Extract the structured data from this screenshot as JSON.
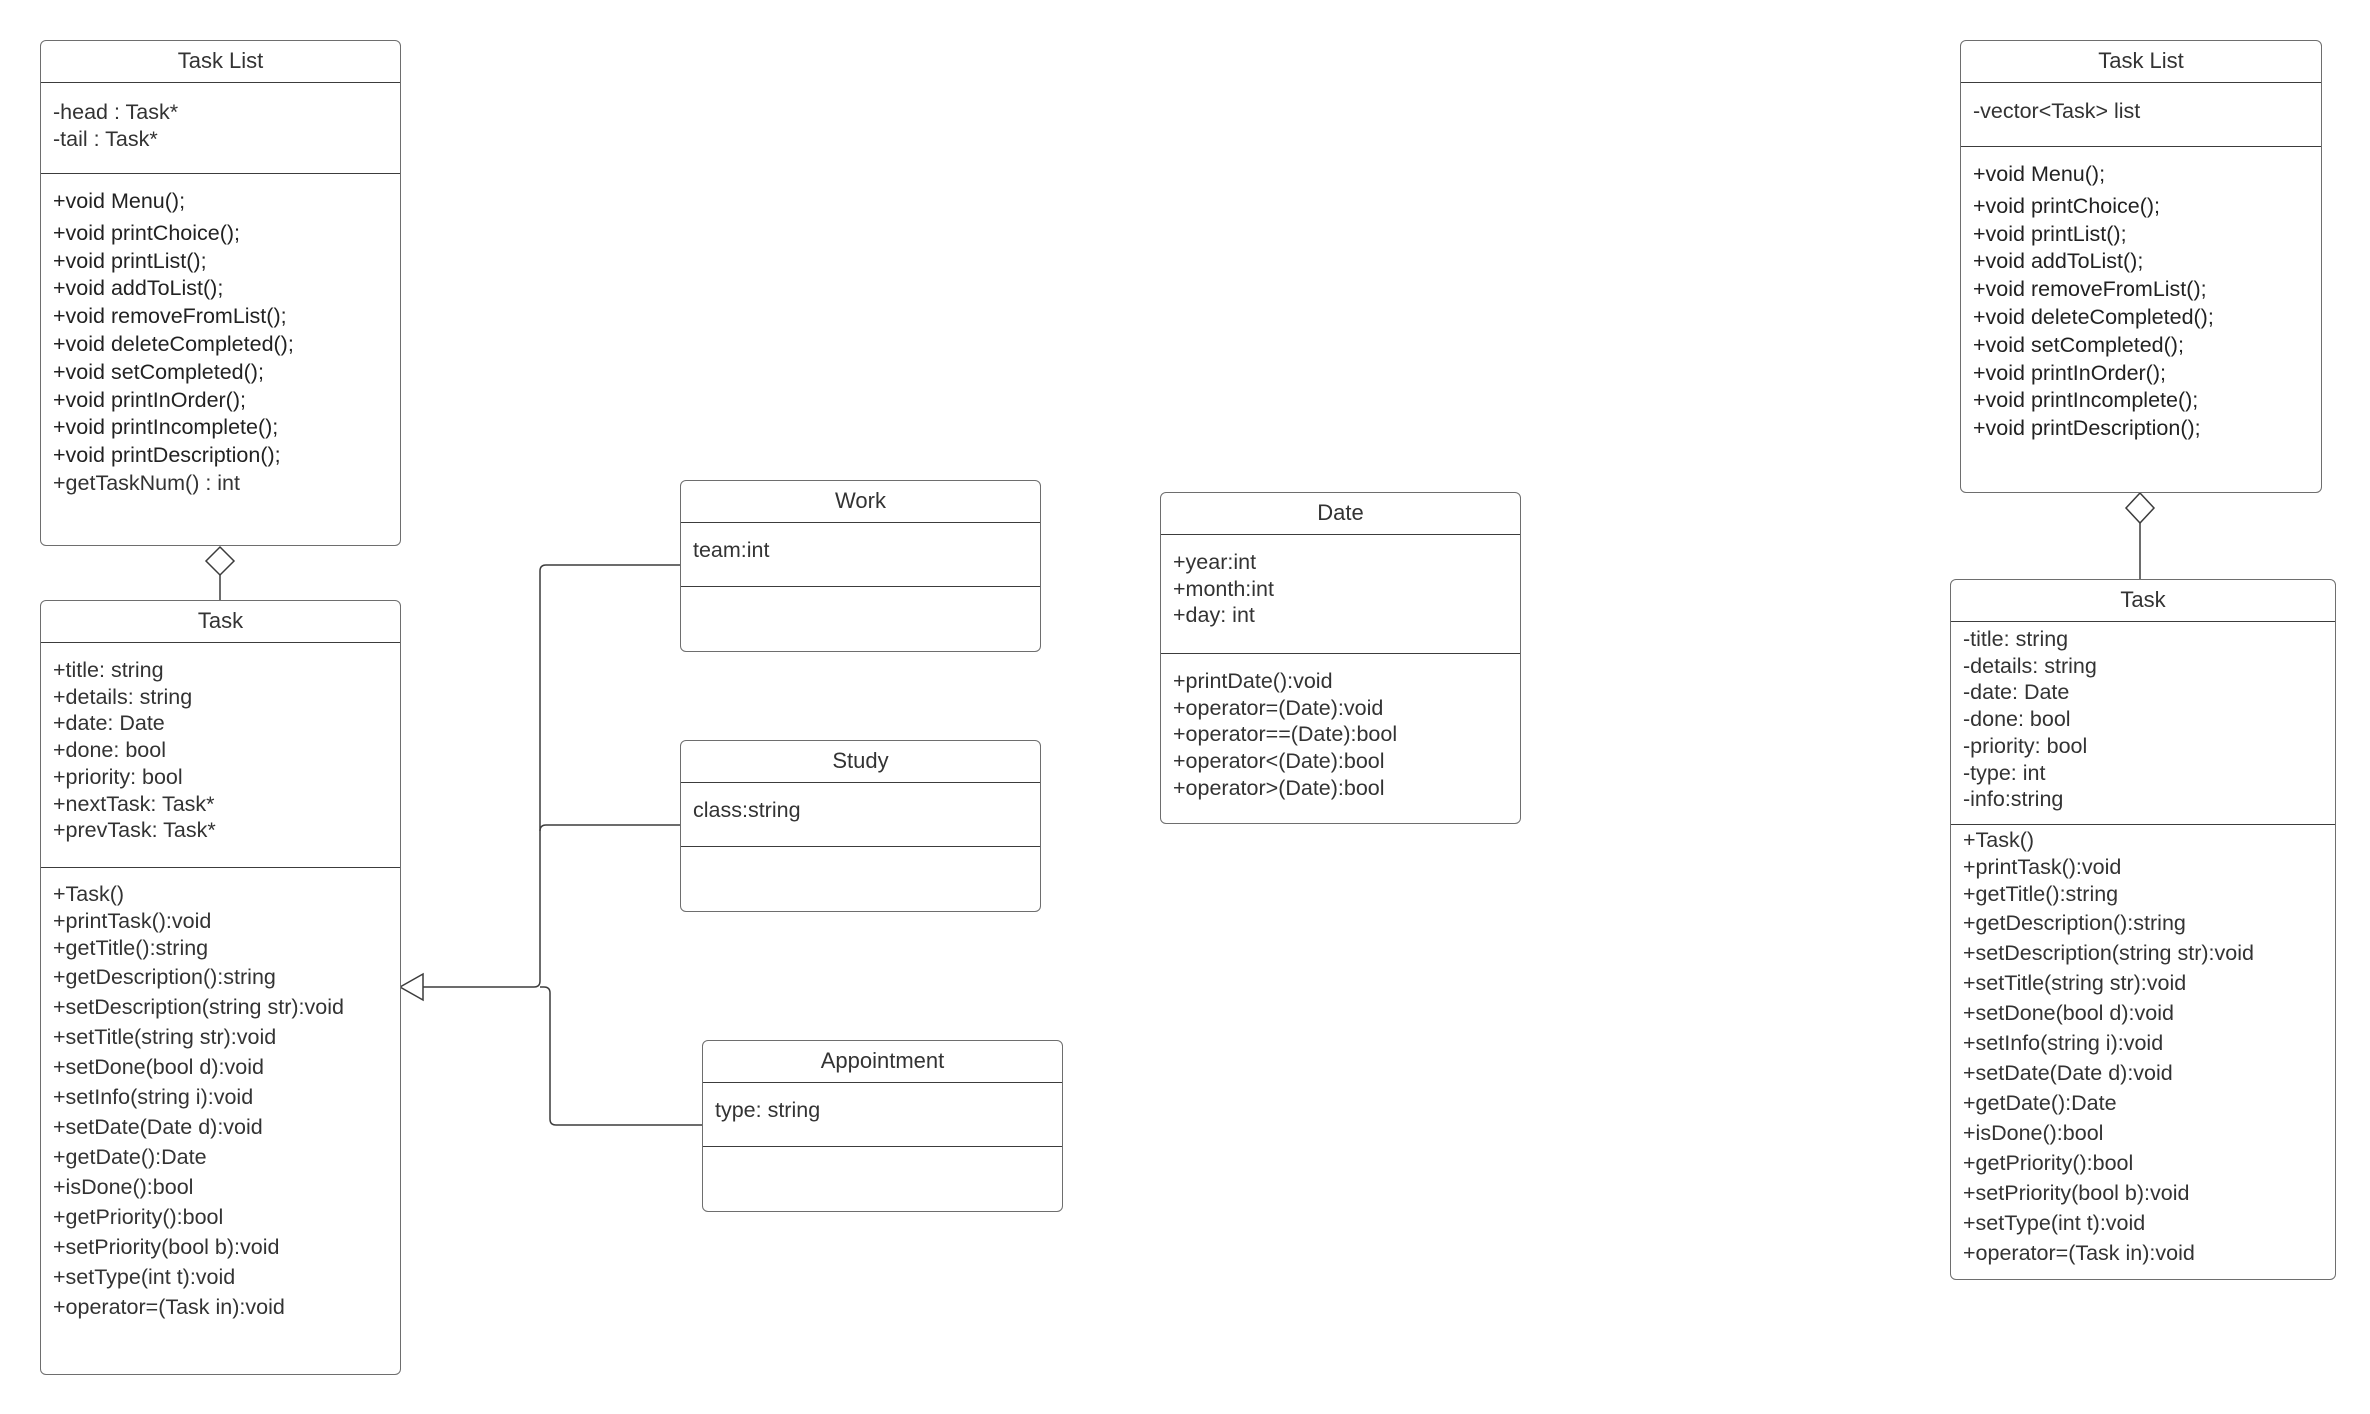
{
  "diagram": {
    "classes": {
      "tasklist_left": {
        "name": "Task List",
        "attributes": [
          "-head : Task*",
          "-tail : Task*"
        ],
        "methods": [
          "+void Menu();",
          "+void printChoice();",
          "+void printList();",
          "+void addToList();",
          "+void removeFromList();",
          "+void deleteCompleted();",
          "+void setCompleted();",
          "+void printInOrder();",
          "+void printIncomplete();",
          "+void printDescription();",
          "+getTaskNum() : int"
        ]
      },
      "task_left": {
        "name": "Task",
        "attributes": [
          "+title: string",
          "+details: string",
          "+date: Date",
          "+done: bool",
          "+priority: bool",
          "+nextTask: Task*",
          "+prevTask: Task*"
        ],
        "methods": [
          "+Task()",
          "+printTask():void",
          "+getTitle():string",
          "+getDescription():string",
          "+setDescription(string str):void",
          "+setTitle(string str):void",
          "+setDone(bool d):void",
          "+setInfo(string i):void",
          "+setDate(Date d):void",
          "+getDate():Date",
          "+isDone():bool",
          "+getPriority():bool",
          "+setPriority(bool b):void",
          "+setType(int t):void",
          "+operator=(Task in):void"
        ]
      },
      "work": {
        "name": "Work",
        "attributes": [
          "team:int"
        ],
        "methods": []
      },
      "study": {
        "name": "Study",
        "attributes": [
          "class:string"
        ],
        "methods": []
      },
      "appointment": {
        "name": "Appointment",
        "attributes": [
          "type: string"
        ],
        "methods": []
      },
      "date": {
        "name": "Date",
        "attributes": [
          "+year:int",
          "+month:int",
          "+day: int"
        ],
        "methods": [
          "+printDate():void",
          "+operator=(Date):void",
          "+operator==(Date):bool",
          "+operator<(Date):bool",
          "+operator>(Date):bool"
        ]
      },
      "tasklist_right": {
        "name": "Task List",
        "attributes": [
          "-vector<Task> list"
        ],
        "methods": [
          "+void Menu();",
          "+void printChoice();",
          "+void printList();",
          "+void addToList();",
          "+void removeFromList();",
          "+void deleteCompleted();",
          "+void setCompleted();",
          "+void printInOrder();",
          "+void printIncomplete();",
          "+void printDescription();"
        ]
      },
      "task_right": {
        "name": "Task",
        "attributes": [
          "-title: string",
          "-details: string",
          "-date: Date",
          "-done: bool",
          "-priority: bool",
          "-type: int",
          "-info:string"
        ],
        "methods": [
          "+Task()",
          "+printTask():void",
          "+getTitle():string",
          "+getDescription():string",
          "+setDescription(string str):void",
          "+setTitle(string str):void",
          "+setDone(bool d):void",
          "+setInfo(string i):void",
          "+setDate(Date d):void",
          "+getDate():Date",
          "+isDone():bool",
          "+getPriority():bool",
          "+setPriority(bool b):void",
          "+setType(int t):void",
          "+operator=(Task in):void"
        ]
      }
    },
    "relationships": [
      {
        "type": "aggregation",
        "whole": "Task List",
        "part": "Task",
        "side": "left"
      },
      {
        "type": "generalization",
        "child": "Work",
        "parent": "Task"
      },
      {
        "type": "generalization",
        "child": "Study",
        "parent": "Task"
      },
      {
        "type": "generalization",
        "child": "Appointment",
        "parent": "Task"
      },
      {
        "type": "aggregation",
        "whole": "Task List",
        "part": "Task",
        "side": "right"
      }
    ],
    "colors": {
      "line": "#3c3c3c",
      "border": "#6e6e6e",
      "text": "#333333",
      "background": "#ffffff"
    }
  }
}
